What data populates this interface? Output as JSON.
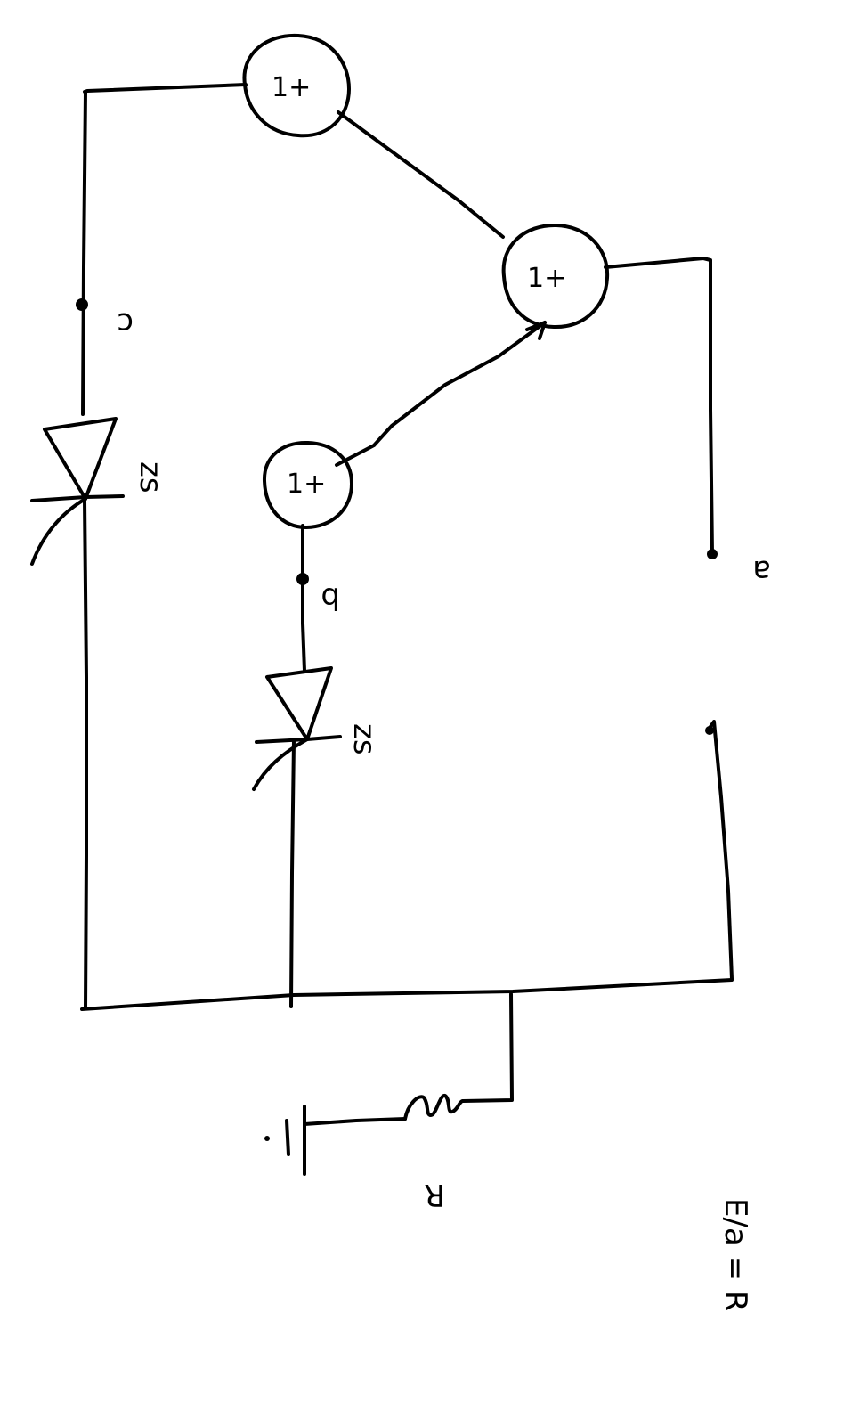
{
  "gates": [
    {
      "label": "1+"
    },
    {
      "label": "1+"
    },
    {
      "label": "1+"
    }
  ],
  "labels": {
    "node_c": "c",
    "node_b": "b",
    "node_a": "a",
    "zener_1": "zs",
    "zener_2": "zs",
    "resistor": "R",
    "equation": "E/a = R"
  },
  "colors": {
    "ink": "#000000",
    "paper": "#ffffff"
  }
}
